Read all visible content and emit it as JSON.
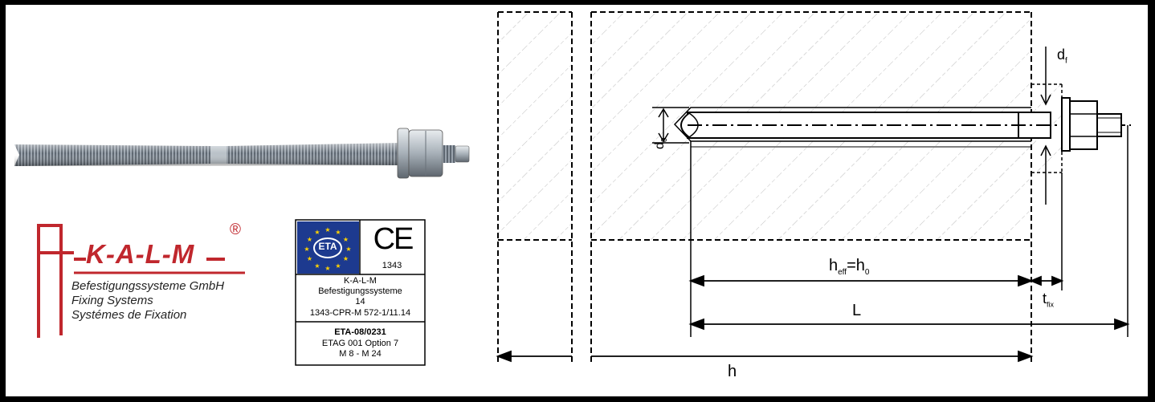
{
  "logo": {
    "name": "K-A-L-M",
    "registered_mark": "®",
    "lines": [
      "Befestigungssysteme GmbH",
      "Fixing Systems",
      "Systémes de Fixation"
    ]
  },
  "certificate": {
    "eta_badge": "ETA",
    "ce_mark": "CE",
    "notified_body": "1343",
    "block1": [
      "K-A-L-M",
      "Befestigungssysteme",
      "14",
      "1343-CPR-M 572-1/11.14"
    ],
    "block2_title": "ETA-08/0231",
    "block2": [
      "ETAG 001  Option 7",
      "M 8 - M 24"
    ]
  },
  "diagram": {
    "labels": {
      "d0": {
        "main": "d",
        "sub": "0"
      },
      "df": {
        "main": "d",
        "sub": "f"
      },
      "heff": {
        "main": "h",
        "sub": "eff",
        "eq": "=h",
        "sub2": "0"
      },
      "L": "L",
      "tfix": {
        "main": "t",
        "sub": "fix"
      },
      "h": "h"
    }
  },
  "colors": {
    "brand_red": "#c0272d",
    "hatch": "#bdbdbd",
    "line": "#000000"
  }
}
